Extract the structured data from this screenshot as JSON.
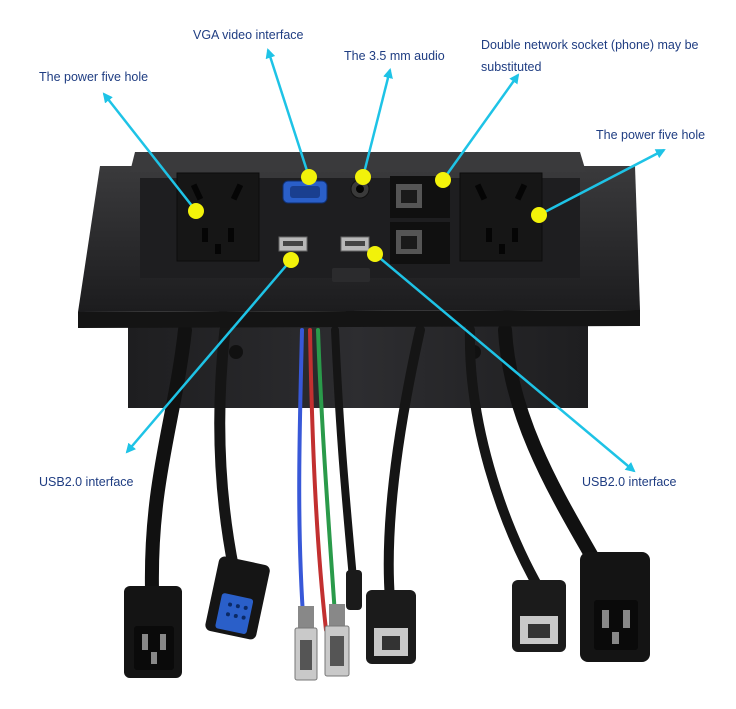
{
  "labels": {
    "power_left": "The power five hole",
    "vga": "VGA video interface",
    "audio": "The 3.5 mm audio",
    "network": "Double network socket (phone) may be substituted",
    "power_right": "The power five hole",
    "usb_left": "USB2.0 interface",
    "usb_right": "USB2.0 interface"
  },
  "colors": {
    "arrow": "#1ec3e6",
    "dot": "#f2f20a",
    "label_text": "#1f3d82",
    "panel": "#2b2b2d",
    "socket": "#1a1a1a",
    "vga_port": "#2a5fc9"
  }
}
